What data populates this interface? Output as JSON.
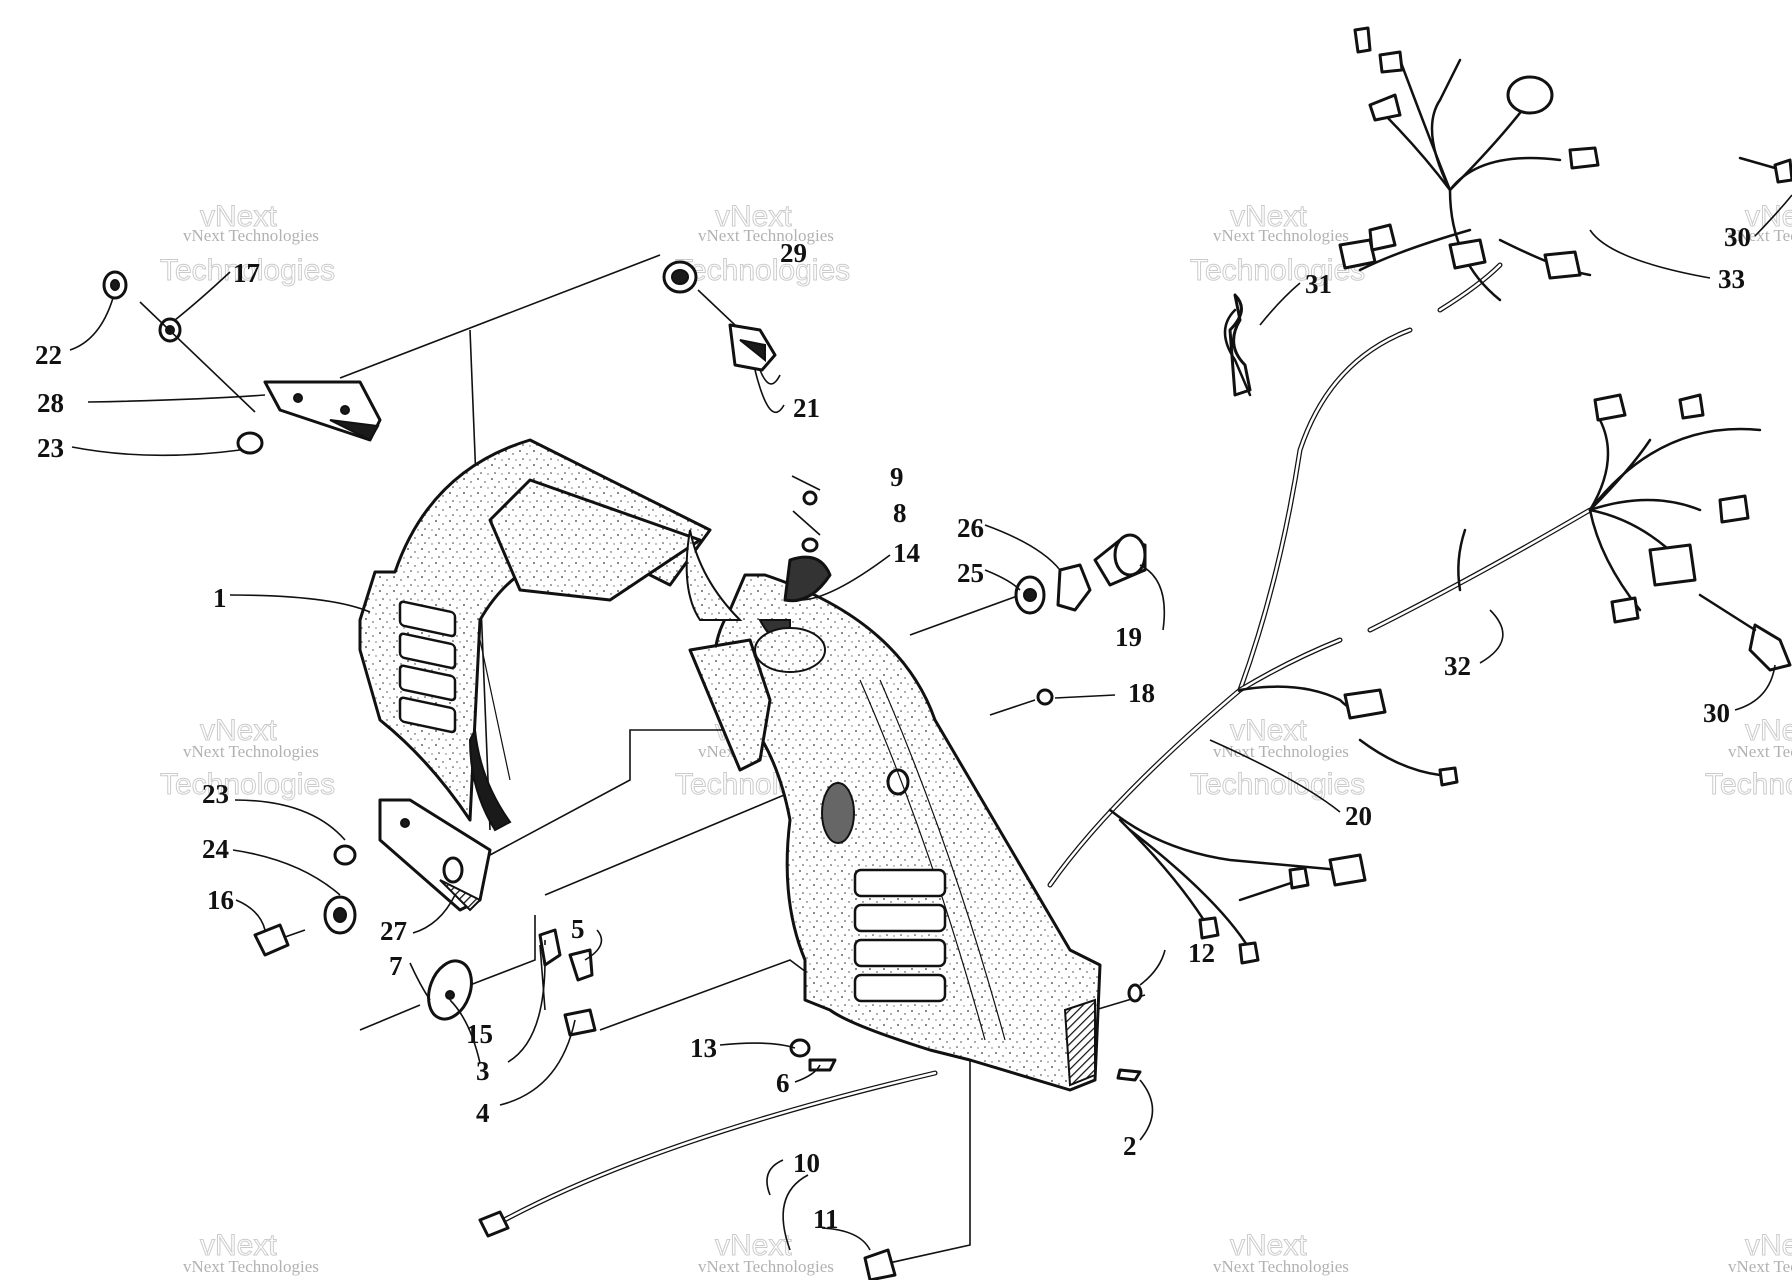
{
  "watermark": {
    "small_text": "vNext Technologies",
    "big_line1": "vNext",
    "big_line2": "Technologies"
  },
  "callouts": [
    {
      "id": "c22",
      "label": "22"
    },
    {
      "id": "c17",
      "label": "17"
    },
    {
      "id": "c28",
      "label": "28"
    },
    {
      "id": "c23a",
      "label": "23"
    },
    {
      "id": "c29",
      "label": "29"
    },
    {
      "id": "c21",
      "label": "21"
    },
    {
      "id": "c9",
      "label": "9"
    },
    {
      "id": "c8",
      "label": "8"
    },
    {
      "id": "c14",
      "label": "14"
    },
    {
      "id": "c26",
      "label": "26"
    },
    {
      "id": "c25",
      "label": "25"
    },
    {
      "id": "c19",
      "label": "19"
    },
    {
      "id": "c1",
      "label": "1"
    },
    {
      "id": "c18",
      "label": "18"
    },
    {
      "id": "c31",
      "label": "31"
    },
    {
      "id": "c33",
      "label": "33"
    },
    {
      "id": "c30a",
      "label": "30"
    },
    {
      "id": "c32",
      "label": "32"
    },
    {
      "id": "c30b",
      "label": "30"
    },
    {
      "id": "c20",
      "label": "20"
    },
    {
      "id": "c23b",
      "label": "23"
    },
    {
      "id": "c24",
      "label": "24"
    },
    {
      "id": "c16",
      "label": "16"
    },
    {
      "id": "c27",
      "label": "27"
    },
    {
      "id": "c7",
      "label": "7"
    },
    {
      "id": "c15",
      "label": "15"
    },
    {
      "id": "c3",
      "label": "3"
    },
    {
      "id": "c5",
      "label": "5"
    },
    {
      "id": "c4",
      "label": "4"
    },
    {
      "id": "c13",
      "label": "13"
    },
    {
      "id": "c6",
      "label": "6"
    },
    {
      "id": "c12",
      "label": "12"
    },
    {
      "id": "c2",
      "label": "2"
    },
    {
      "id": "c10",
      "label": "10"
    },
    {
      "id": "c11",
      "label": "11"
    }
  ]
}
